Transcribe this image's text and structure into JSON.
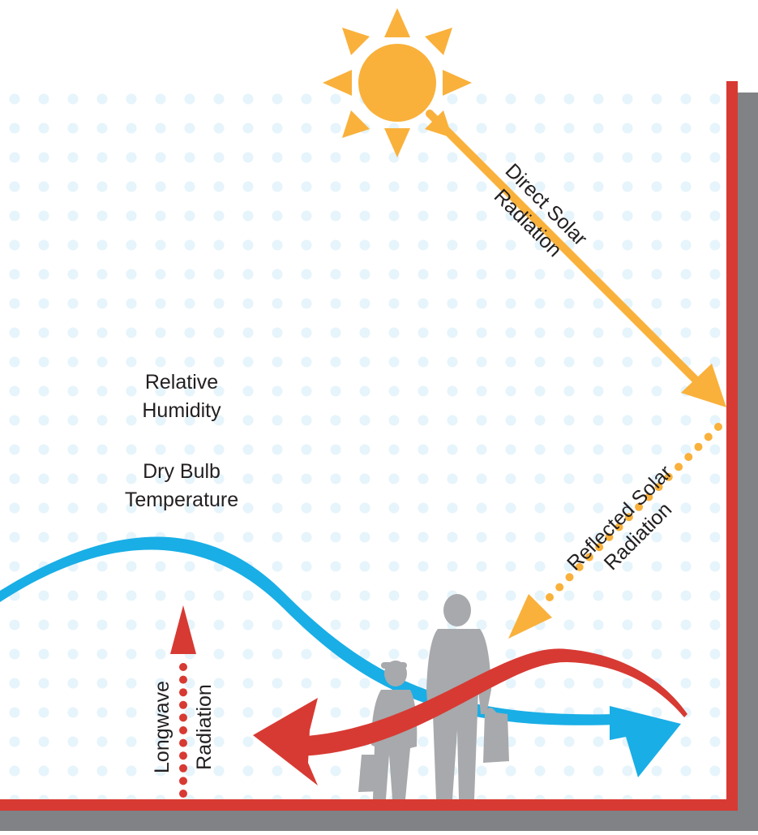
{
  "labels": {
    "direct_solar": [
      "Direct Solar",
      "Radiation"
    ],
    "reflected_solar": [
      "Reflected Solar",
      "Radiation"
    ],
    "relative_humidity": [
      "Relative",
      "Humidity"
    ],
    "dry_bulb": [
      "Dry Bulb",
      "Temperature"
    ],
    "longwave": [
      "Longwave",
      "Radiation"
    ]
  },
  "colors": {
    "sun": "#f9b13b",
    "wall": "#d73a33",
    "wall_shadow": "#808285",
    "humidity_wave": "#19aee6",
    "temperature_wave": "#d73a33",
    "longwave_arrow": "#d73a33",
    "dots": "#e6f4fb",
    "people": "#a7a9ac"
  },
  "icons": {
    "sun": "sun-icon",
    "people": "people-silhouette-icon"
  }
}
